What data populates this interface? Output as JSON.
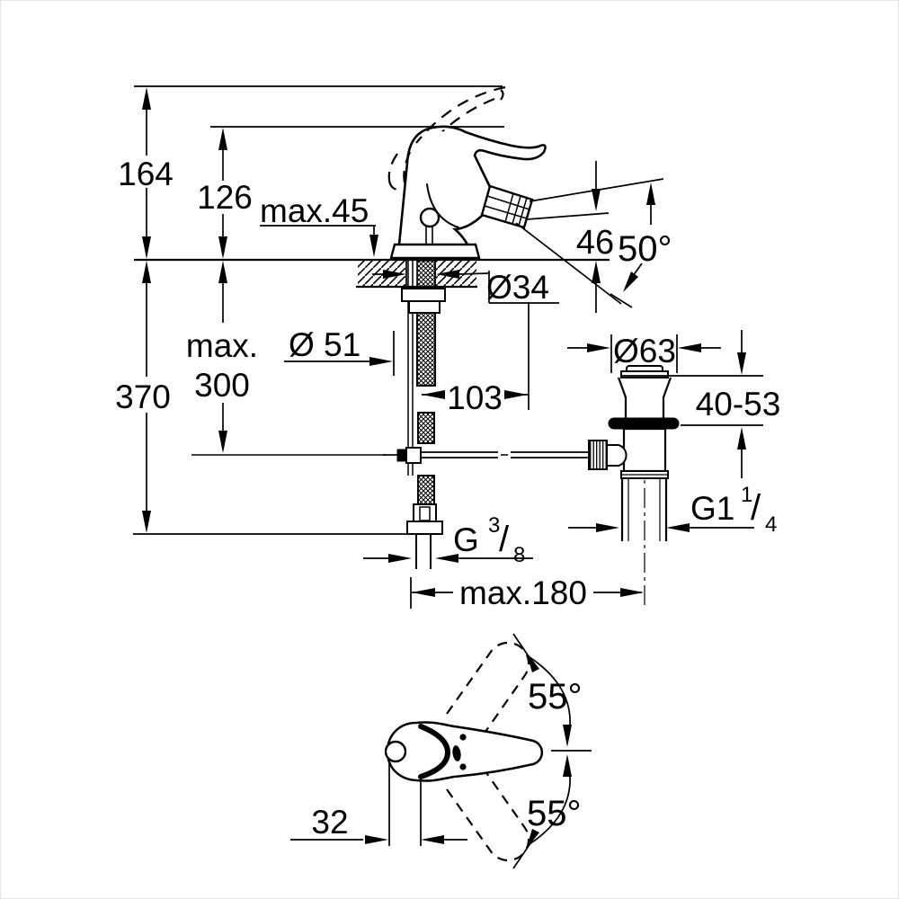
{
  "colors": {
    "background": "#ffffff",
    "line": "#000000"
  },
  "labels": {
    "height_164": "164",
    "height_126": "126",
    "deck_max45": "max.45",
    "outlet_height_46": "46",
    "spray_angle_50": "50°",
    "hole_dia_34": "Ø34",
    "base_dia_51": "Ø 51",
    "depth_370": "370",
    "hose_max_word": "max.",
    "hose_max_value": "300",
    "offset_103": "103",
    "drain_dia_63": "Ø63",
    "deck_thickness_range": "40-53",
    "reach_max_180": "max.180",
    "swivel_angle_top": "55°",
    "swivel_angle_bottom": "55°",
    "handle_offset_32": "32",
    "drain_thread": {
      "base": "G1",
      "numerator": "1",
      "slash": "/",
      "denominator": "4"
    },
    "hose_thread": {
      "base": "G",
      "numerator": "3",
      "slash": "/",
      "denominator": "8"
    }
  }
}
